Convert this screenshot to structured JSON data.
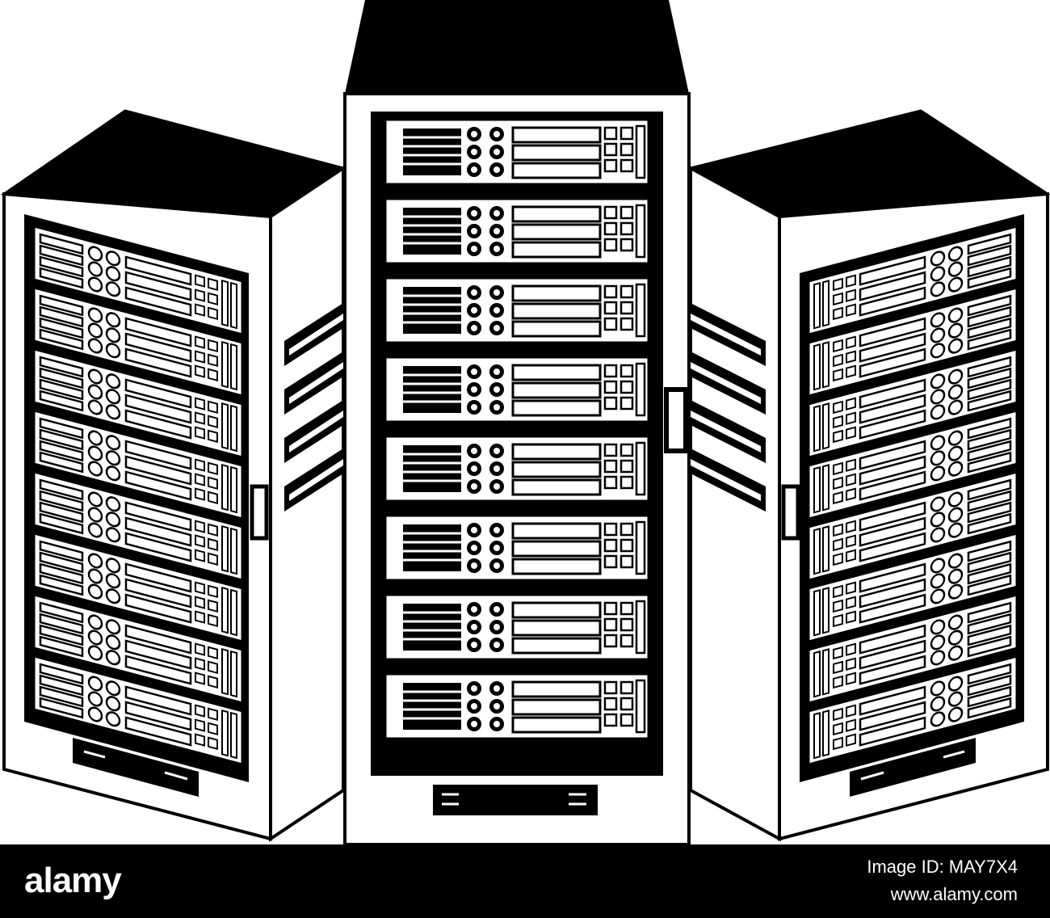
{
  "illustration": {
    "subject": "server-racks-icon",
    "rack_count": 3,
    "units_per_rack": 8,
    "colors": {
      "ink": "#000000",
      "paper": "#ffffff"
    }
  },
  "footer": {
    "logo": "alamy",
    "image_id": "Image ID: MAY7X4",
    "site": "www.alamy.com",
    "background": "#000000",
    "text_color": "#ffffff"
  }
}
